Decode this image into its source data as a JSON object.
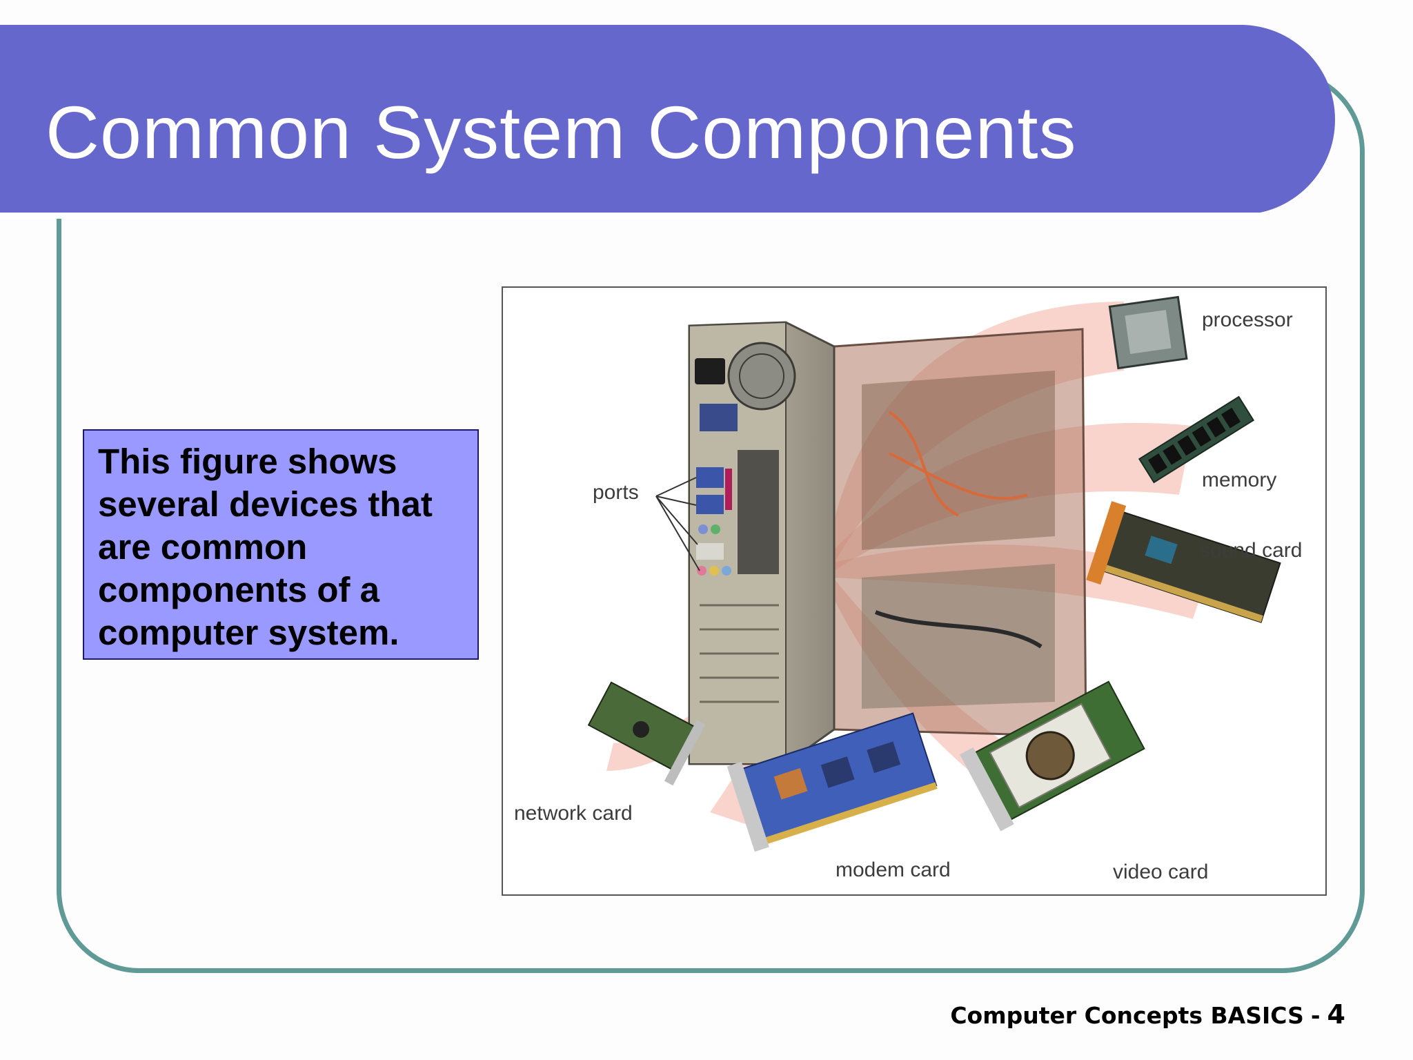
{
  "slide": {
    "title": "Common System Components",
    "caption": "This figure shows\nseveral devices that\nare common\ncomponents of a\ncomputer system."
  },
  "figure": {
    "labels": {
      "processor": "processor",
      "memory": "memory",
      "sound_card": "sound card",
      "ports": "ports",
      "network_card": "network card",
      "modem_card": "modem card",
      "video_card": "video card"
    }
  },
  "footer": {
    "text": "Computer Concepts BASICS",
    "separator": "-",
    "page": "4"
  },
  "colors": {
    "banner": "#6667cc",
    "frame": "#5f9a96",
    "caption_box": "#9999ff"
  }
}
